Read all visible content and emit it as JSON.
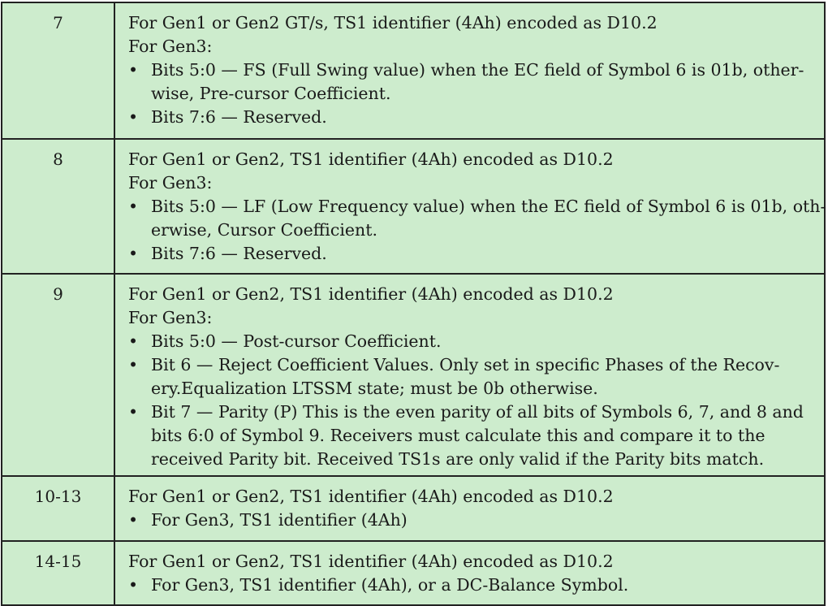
{
  "rows": [
    {
      "symbol": "7",
      "lines": [
        "For Gen1 or Gen2 GT/s, TS1 identifier (4Ah) encoded as D10.2",
        "For Gen3:"
      ],
      "bullets": [
        [
          "Bits 5:0 — FS (Full Swing value) when the EC field of Symbol 6 is 01b, other-",
          "wise, Pre-cursor Coefficient."
        ],
        [
          "Bits 7:6 — Reserved."
        ]
      ]
    },
    {
      "symbol": "8",
      "lines": [
        "For Gen1 or Gen2, TS1 identifier (4Ah) encoded as D10.2",
        "For Gen3:"
      ],
      "bullets": [
        [
          "Bits 5:0 — LF (Low Frequency value) when the EC field of Symbol 6 is 01b, oth-",
          "erwise, Cursor Coefficient."
        ],
        [
          "Bits 7:6 — Reserved."
        ]
      ]
    },
    {
      "symbol": "9",
      "lines": [
        "For Gen1 or Gen2, TS1 identifier (4Ah) encoded as D10.2",
        "For Gen3:"
      ],
      "bullets": [
        [
          "Bits 5:0 — Post-cursor Coefficient."
        ],
        [
          "Bit 6 — Reject Coefficient Values. Only set in specific Phases of the Recov-",
          "ery.Equalization LTSSM state; must be 0b otherwise."
        ],
        [
          "Bit 7 — Parity (P) This is the even parity of all bits of Symbols 6, 7, and 8 and",
          "bits 6:0 of Symbol 9. Receivers must calculate this and compare it to the",
          "received Parity bit. Received TS1s are only valid if the Parity bits match."
        ]
      ]
    },
    {
      "symbol": "10-13",
      "lines": [
        "For Gen1 or Gen2, TS1 identifier (4Ah) encoded as D10.2"
      ],
      "bullets": [
        [
          "For Gen3, TS1 identifier (4Ah)"
        ]
      ]
    },
    {
      "symbol": "14-15",
      "lines": [
        "For Gen1 or Gen2, TS1 identifier (4Ah) encoded as D10.2"
      ],
      "bullets": [
        [
          "For Gen3, TS1 identifier (4Ah), or a DC-Balance Symbol."
        ]
      ]
    }
  ],
  "bullet_glyph": "•"
}
